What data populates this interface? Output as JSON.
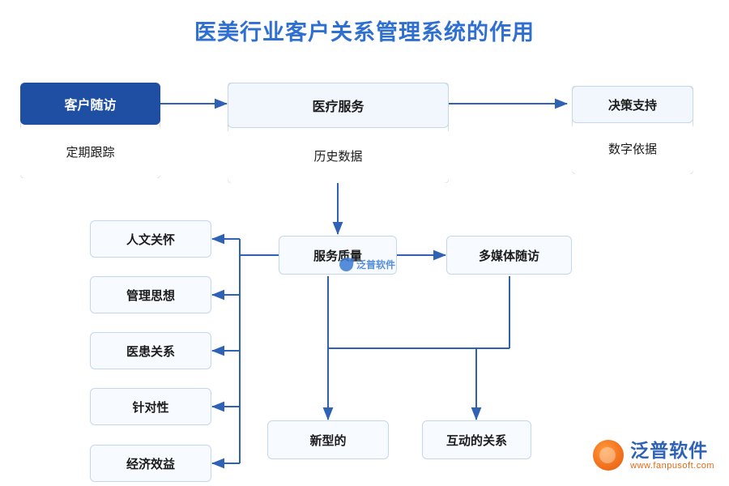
{
  "title": "医美行业客户关系管理系统的作用",
  "colors": {
    "title": "#2f6fd0",
    "accent": "#1f4fa3",
    "node_border": "#c5d7ef",
    "node_fill": "#f7faff",
    "arrow": "#2f62b5"
  },
  "nodes": {
    "followup": {
      "label": "客户随访",
      "sub": "定期跟踪"
    },
    "medical_service": {
      "label": "医疗服务",
      "sub": "历史数据"
    },
    "decision_support": {
      "label": "决策支持",
      "sub": "数字依据"
    },
    "service_quality": {
      "label": "服务质量"
    },
    "multimedia_followup": {
      "label": "多媒体随访"
    },
    "new_type": {
      "label": "新型的"
    },
    "interactive_relation": {
      "label": "互动的关系"
    }
  },
  "left_column": [
    {
      "label": "人文关怀"
    },
    {
      "label": "管理思想"
    },
    {
      "label": "医患关系"
    },
    {
      "label": "针对性"
    },
    {
      "label": "经济效益"
    }
  ],
  "watermark": {
    "center_text": "泛普软件",
    "logo_name": "泛普软件",
    "logo_url": "www.fanpusoft.com"
  }
}
